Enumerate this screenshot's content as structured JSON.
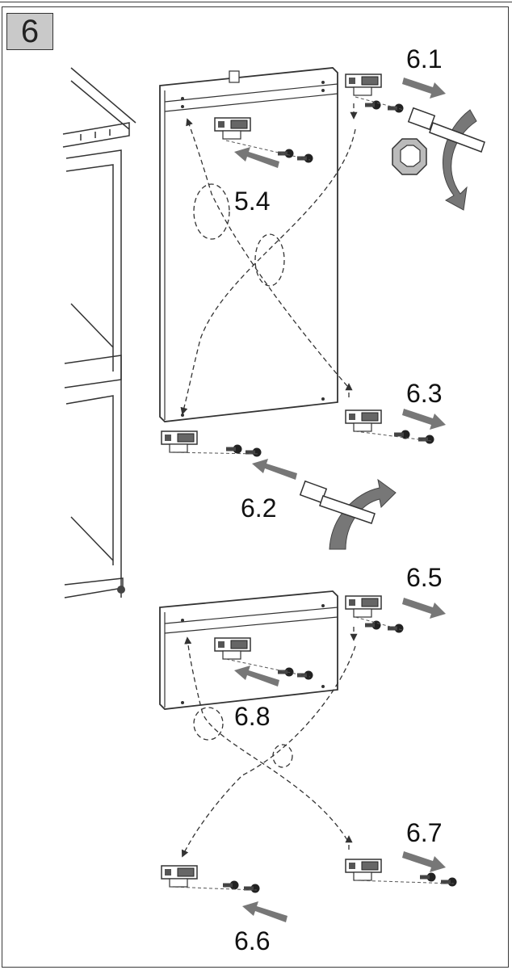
{
  "step": {
    "number": "6"
  },
  "labels": {
    "l_6_1": "6.1",
    "l_5_4": "5.4",
    "l_6_3": "6.3",
    "l_6_2": "6.2",
    "l_6_5": "6.5",
    "l_6_8": "6.8",
    "l_6_7": "6.7",
    "l_6_6": "6.6"
  },
  "colors": {
    "line": "#333333",
    "arrow": "#777777",
    "badge": "#c9c9c9",
    "panel": "#ffffff"
  }
}
